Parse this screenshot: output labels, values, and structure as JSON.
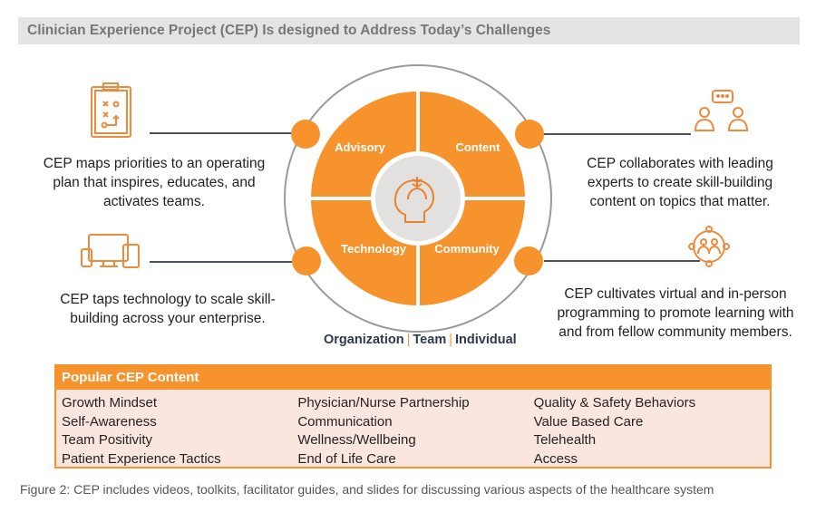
{
  "title": "Clinician Experience Project (CEP) Is designed to Address Today’s Challenges",
  "quadrants": {
    "advisory": "Advisory",
    "content": "Content",
    "technology": "Technology",
    "community": "Community"
  },
  "levels": {
    "organization": "Organization",
    "team": "Team",
    "individual": "Individual",
    "separator": "|"
  },
  "descriptions": {
    "advisory": [
      "CEP maps priorities to an operating",
      "plan that inspires, educates, and",
      "activates teams."
    ],
    "technology": [
      "CEP taps technology to scale skill-",
      "building across your enterprise."
    ],
    "content": [
      "CEP collaborates with leading",
      "experts to create skill-building",
      "content on topics that matter."
    ],
    "community": [
      "CEP cultivates virtual and in-person",
      "programming to promote learning with",
      "and from fellow community members."
    ]
  },
  "table": {
    "header": "Popular CEP Content",
    "columns": [
      [
        "Growth Mindset",
        "Self-Awareness",
        "Team Positivity",
        "Patient Experience Tactics"
      ],
      [
        "Physician/Nurse Partnership",
        "Communication",
        "Wellness/Wellbeing",
        "End of Life Care"
      ],
      [
        "Quality & Safety Behaviors",
        "Value Based Care",
        "Telehealth",
        "Access"
      ]
    ]
  },
  "caption": "Figure 2: CEP includes videos, toolkits, facilitator guides, and slides for discussing various aspects of the healthcare system",
  "colors": {
    "orange": "#f7932d",
    "gray": "#e4e4e4",
    "dark": "#2d3a4a"
  }
}
